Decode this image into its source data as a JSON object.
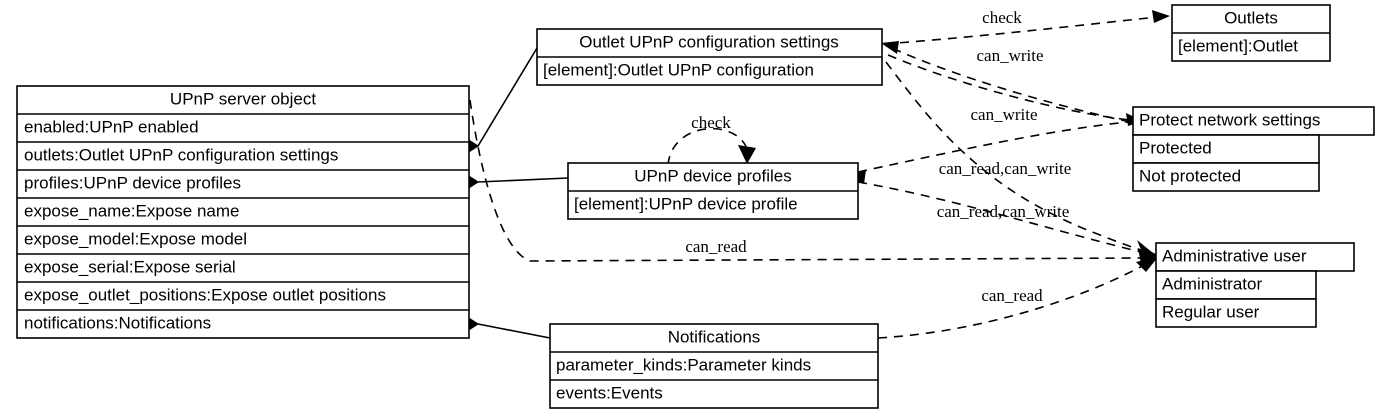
{
  "diagram": {
    "type": "uml-class-diagram",
    "background_color": "#ffffff",
    "line_color": "#000000"
  },
  "nodes": [
    {
      "id": "upnp-server-object",
      "title": "UPnP server object",
      "kind": "class",
      "attributes": [
        "enabled:UPnP enabled",
        "outlets:Outlet UPnP configuration settings",
        "profiles:UPnP device profiles",
        "expose_name:Expose name",
        "expose_model:Expose model",
        "expose_serial:Expose serial",
        "expose_outlet_positions:Expose outlet positions",
        "notifications:Notifications"
      ]
    },
    {
      "id": "outlet-upnp-configuration-settings",
      "title": "Outlet UPnP configuration settings",
      "kind": "collection",
      "attributes": [
        "[element]:Outlet UPnP configuration"
      ]
    },
    {
      "id": "upnp-device-profiles",
      "title": "UPnP device profiles",
      "kind": "collection",
      "attributes": [
        "[element]:UPnP device profile"
      ]
    },
    {
      "id": "notifications",
      "title": "Notifications",
      "kind": "class",
      "attributes": [
        "parameter_kinds:Parameter kinds",
        "events:Events"
      ]
    },
    {
      "id": "outlets",
      "title": "Outlets",
      "kind": "collection",
      "attributes": [
        "[element]:Outlet"
      ]
    },
    {
      "id": "protect-network-settings",
      "title": "Protect network settings",
      "kind": "enum",
      "attributes": [
        "Protected",
        "Not protected"
      ]
    },
    {
      "id": "administrative-user",
      "title": "Administrative user",
      "kind": "enum",
      "attributes": [
        "Administrator",
        "Regular user"
      ]
    }
  ],
  "edge_labels": {
    "check_outlets": "check",
    "can_write_outlet_config": "can_write",
    "can_write_protect": "can_write",
    "check_profiles_self": "check",
    "can_read_write_profiles": "can_read,can_write",
    "can_read_write_outlet_config": "can_read,can_write",
    "can_read_server": "can_read",
    "can_read_notifications": "can_read"
  },
  "relations": [
    {
      "from": "upnp-server-object",
      "to": "outlet-upnp-configuration-settings",
      "type": "composition",
      "label": ""
    },
    {
      "from": "upnp-server-object",
      "to": "upnp-device-profiles",
      "type": "composition",
      "label": ""
    },
    {
      "from": "upnp-server-object",
      "to": "notifications",
      "type": "composition",
      "label": ""
    },
    {
      "from": "outlet-upnp-configuration-settings",
      "to": "outlets",
      "type": "dependency",
      "label": "check"
    },
    {
      "from": "outlet-upnp-configuration-settings",
      "to": "protect-network-settings",
      "type": "dependency",
      "label": "can_write"
    },
    {
      "from": "outlet-upnp-configuration-settings",
      "to": "administrative-user",
      "type": "dependency",
      "label": "can_read,can_write"
    },
    {
      "from": "upnp-device-profiles",
      "to": "protect-network-settings",
      "type": "dependency",
      "label": "can_write"
    },
    {
      "from": "upnp-device-profiles",
      "to": "administrative-user",
      "type": "dependency",
      "label": "can_read,can_write"
    },
    {
      "from": "upnp-device-profiles",
      "to": "upnp-device-profiles",
      "type": "dependency",
      "label": "check"
    },
    {
      "from": "upnp-server-object",
      "to": "administrative-user",
      "type": "dependency",
      "label": "can_read"
    },
    {
      "from": "notifications",
      "to": "administrative-user",
      "type": "dependency",
      "label": "can_read"
    }
  ]
}
